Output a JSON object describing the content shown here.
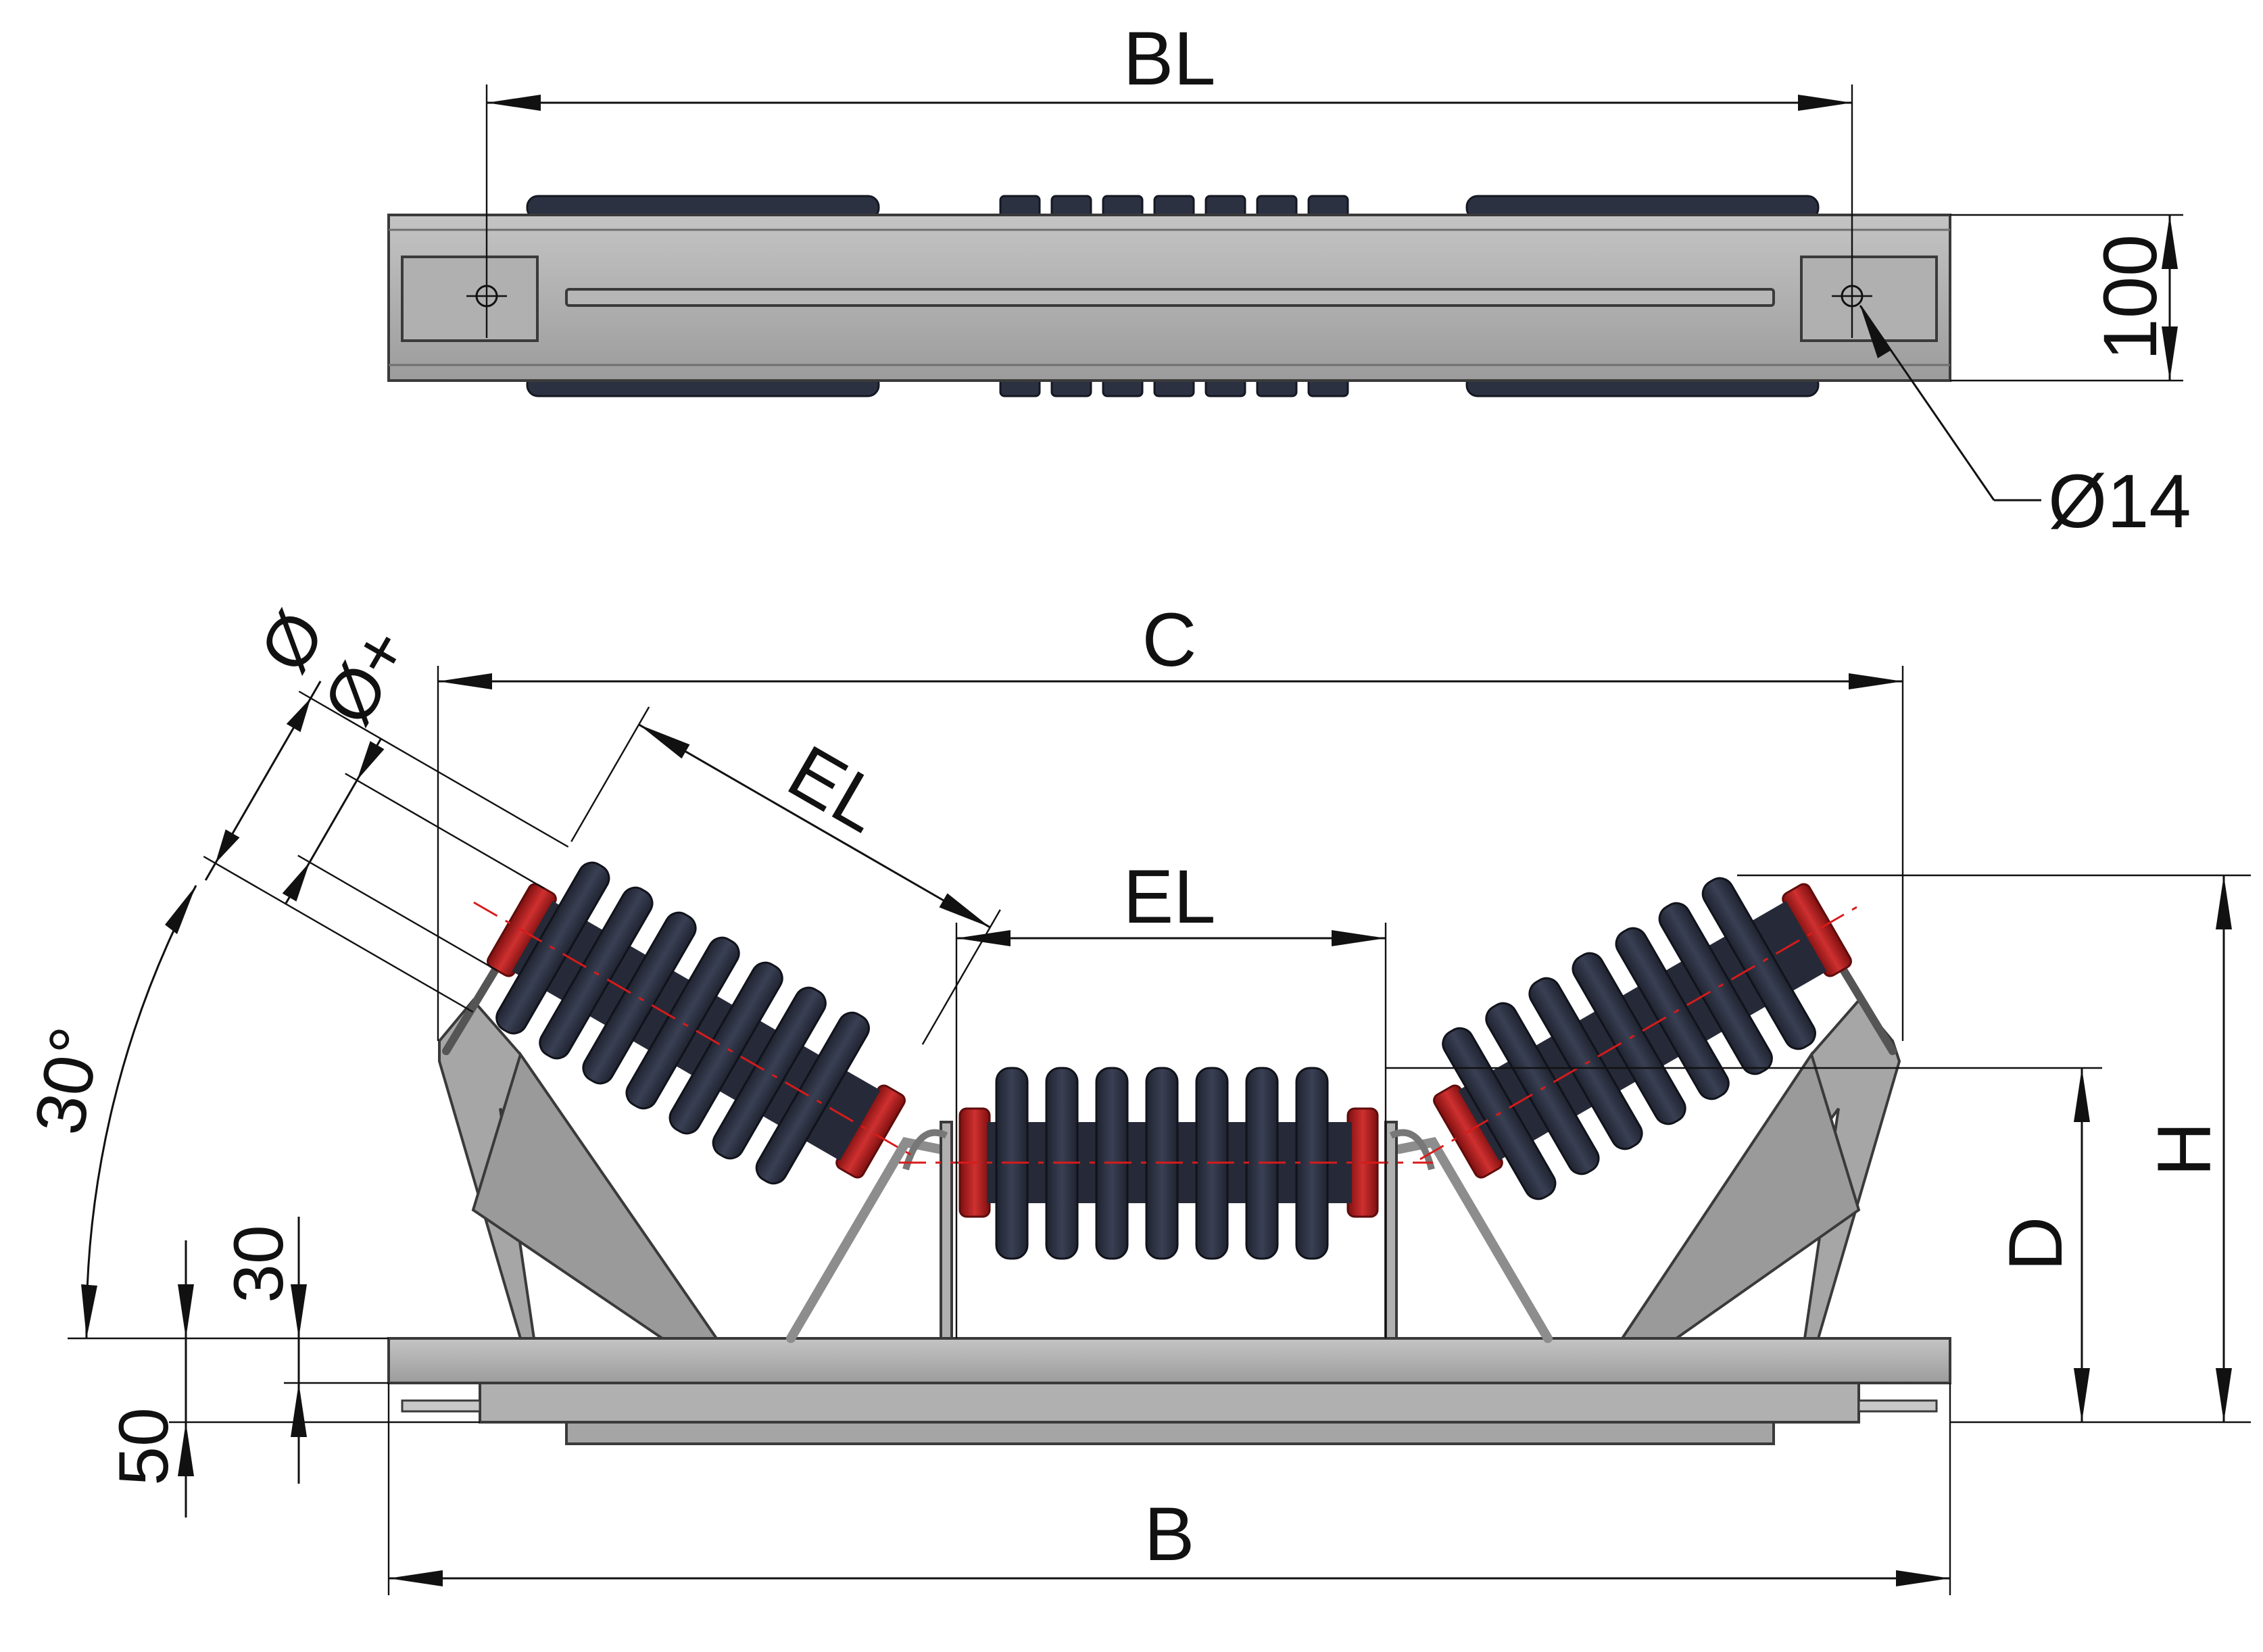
{
  "drawing": {
    "top_view": {
      "dims": {
        "bl": "BL",
        "height": "100",
        "hole": "Ø14"
      }
    },
    "front_view": {
      "dims": {
        "c": "C",
        "el_side": "EL",
        "el_center": "EL",
        "diameter": "Ø",
        "diameter_plus": "Ø+",
        "angle": "30°",
        "h": "H",
        "d": "D",
        "dim_30": "30",
        "dim_50": "50",
        "b": "B"
      }
    }
  },
  "colors": {
    "frame_steel": "#a9a9a9",
    "roller_disc": "#2c3142",
    "roller_end_cap": "#b51d1d",
    "dimension_line": "#111111",
    "center_line": "#d81b1b"
  }
}
